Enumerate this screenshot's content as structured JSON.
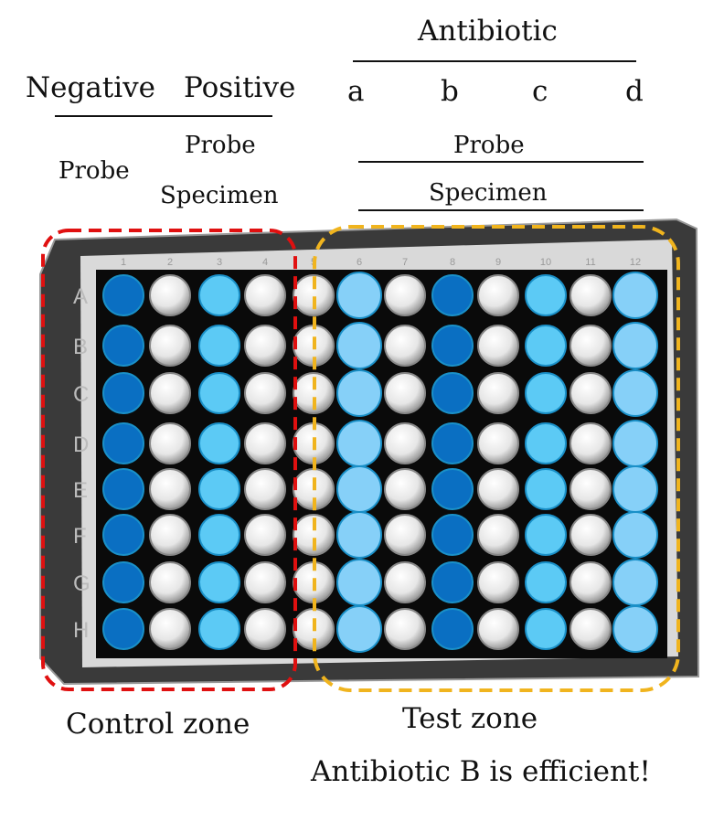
{
  "header": {
    "antibiotic": "Antibiotic",
    "negative": "Negative",
    "positive": "Positive",
    "antibiotic_labels": [
      "a",
      "b",
      "c",
      "d"
    ],
    "negative_probe": "Probe",
    "positive_probe": "Probe",
    "positive_specimen": "Specimen",
    "test_probe": "Probe",
    "test_specimen": "Specimen"
  },
  "plate": {
    "rows": [
      "A",
      "B",
      "C",
      "D",
      "E",
      "F",
      "G",
      "H"
    ],
    "columns": [
      "1",
      "2",
      "3",
      "4",
      "5",
      "6",
      "7",
      "8",
      "9",
      "10",
      "11",
      "12"
    ],
    "column_colors": [
      "#0a6fc2",
      "#f2f2f2",
      "#5ccaf5",
      "#f2f2f2",
      "#f2f2f2",
      "#86d0f8",
      "#f2f2f2",
      "#0a6fc2",
      "#f2f2f2",
      "#5ccaf5",
      "#f2f2f2",
      "#86d0f8"
    ],
    "control_zone_color": "#e01010",
    "test_zone_color": "#f0b41e"
  },
  "footer": {
    "control_zone": "Control zone",
    "test_zone": "Test zone",
    "conclusion": "Antibiotic B is efficient!"
  }
}
